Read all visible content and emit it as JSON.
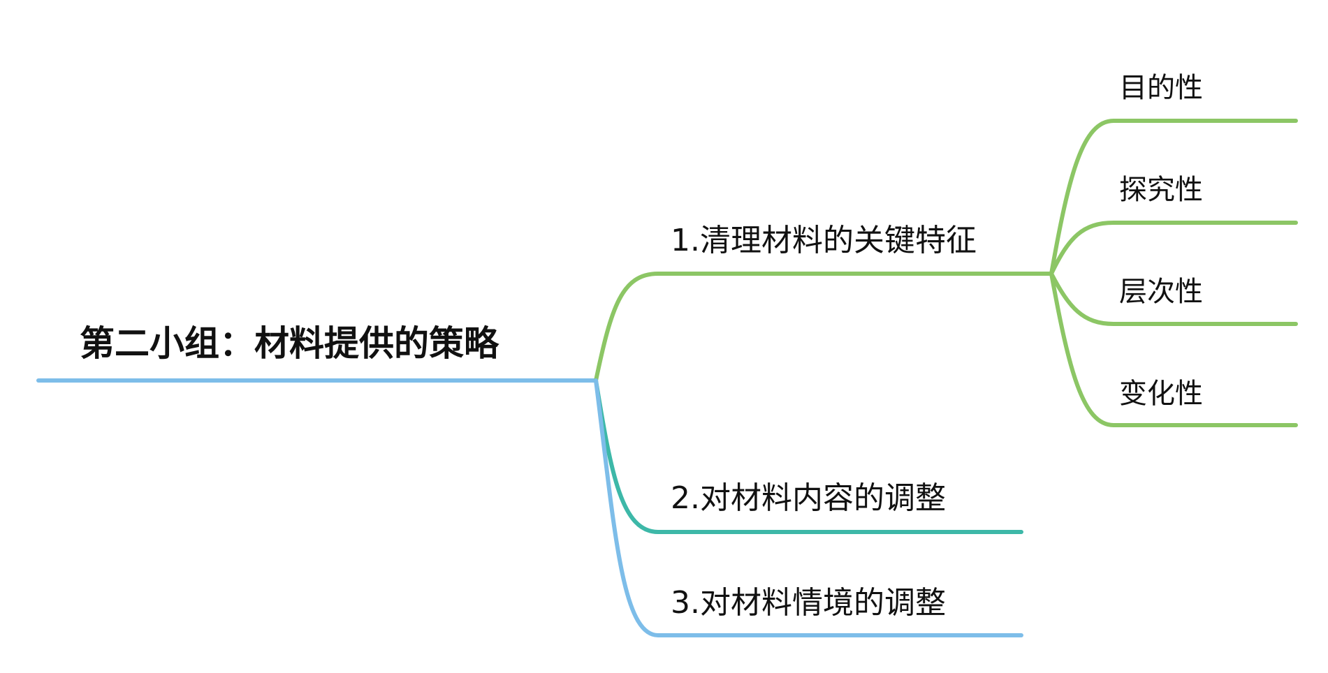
{
  "root": {
    "label": "第二小组：材料提供的策略",
    "color": "#7dbde9"
  },
  "branches": [
    {
      "label": "1.清理材料的关键特征",
      "color": "#8cc665",
      "children": [
        {
          "label": "目的性"
        },
        {
          "label": "探究性"
        },
        {
          "label": "层次性"
        },
        {
          "label": "变化性"
        }
      ]
    },
    {
      "label": "2.对材料内容的调整",
      "color": "#3db8a8"
    },
    {
      "label": "3.对材料情境的调整",
      "color": "#7dbde9"
    }
  ]
}
